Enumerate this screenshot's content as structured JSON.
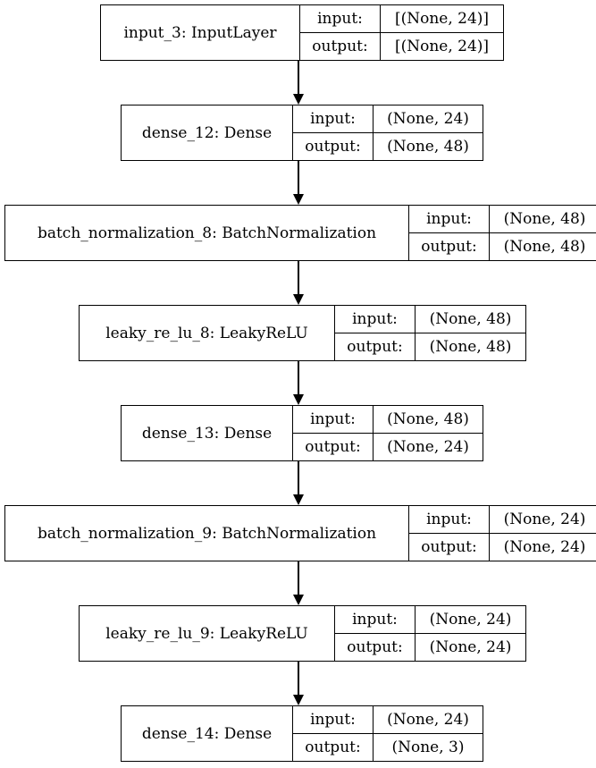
{
  "diagram": {
    "in_label": "input:",
    "out_label": "output:",
    "layers": [
      {
        "name": "input_3: InputLayer",
        "input": "[(None, 24)]",
        "output": "[(None, 24)]"
      },
      {
        "name": "dense_12: Dense",
        "input": "(None, 24)",
        "output": "(None, 48)"
      },
      {
        "name": "batch_normalization_8: BatchNormalization",
        "input": "(None, 48)",
        "output": "(None, 48)"
      },
      {
        "name": "leaky_re_lu_8: LeakyReLU",
        "input": "(None, 48)",
        "output": "(None, 48)"
      },
      {
        "name": "dense_13: Dense",
        "input": "(None, 48)",
        "output": "(None, 24)"
      },
      {
        "name": "batch_normalization_9: BatchNormalization",
        "input": "(None, 24)",
        "output": "(None, 24)"
      },
      {
        "name": "leaky_re_lu_9: LeakyReLU",
        "input": "(None, 24)",
        "output": "(None, 24)"
      },
      {
        "name": "dense_14: Dense",
        "input": "(None, 24)",
        "output": "(None, 3)"
      }
    ]
  }
}
